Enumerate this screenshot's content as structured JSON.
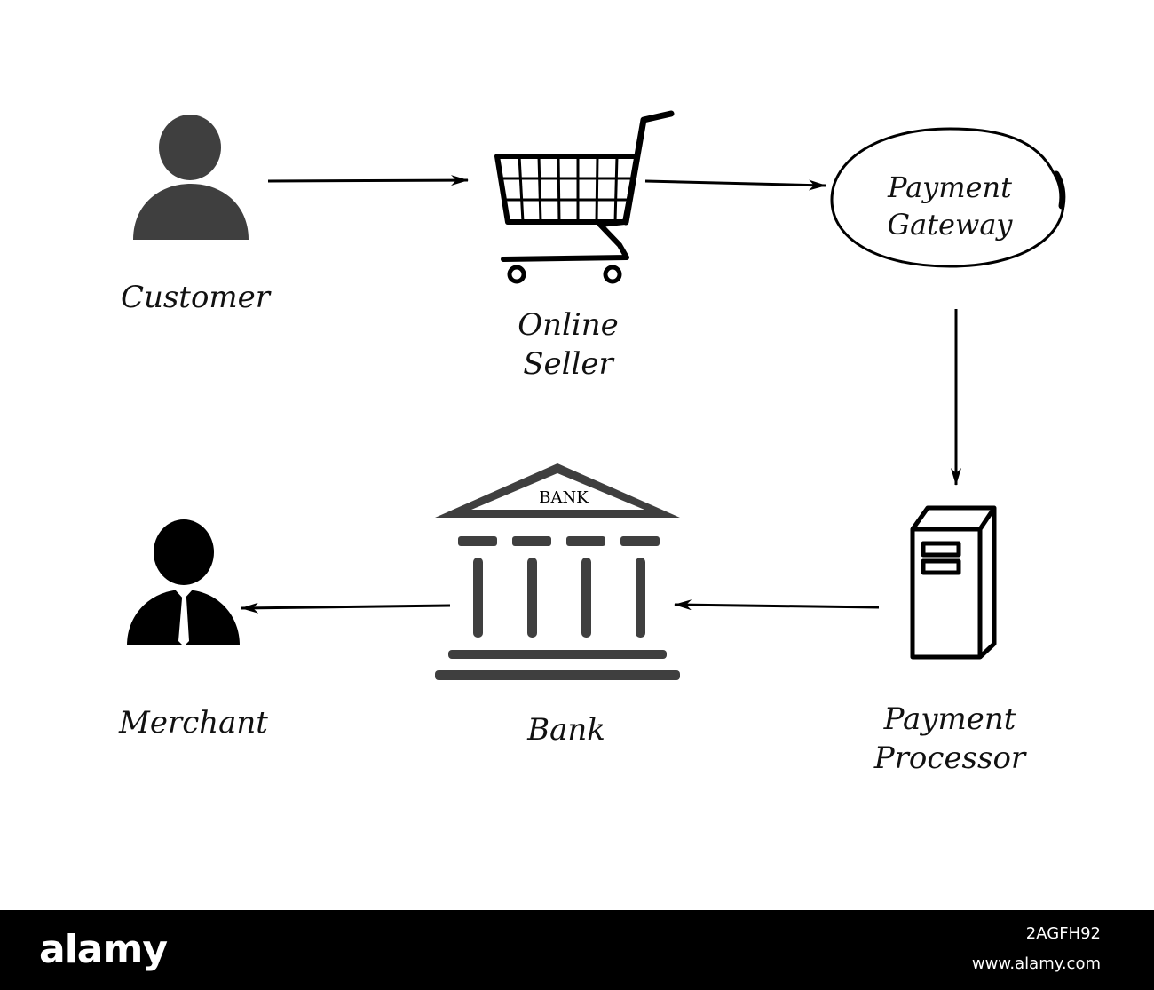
{
  "nodes": {
    "customer": "Customer",
    "online_seller_line1": "Online",
    "online_seller_line2": "Seller",
    "payment_gateway_line1": "Payment",
    "payment_gateway_line2": "Gateway",
    "payment_processor_line1": "Payment",
    "payment_processor_line2": "Processor",
    "bank": "Bank",
    "bank_building_sign": "BANK",
    "merchant": "Merchant"
  },
  "icons": {
    "customer": "person-icon",
    "online_seller": "shopping-cart-icon",
    "payment_gateway": "ellipse-outline",
    "payment_processor": "server-icon",
    "bank": "bank-building-icon",
    "merchant": "businessman-icon"
  },
  "flow": [
    {
      "from": "Customer",
      "to": "Online Seller"
    },
    {
      "from": "Online Seller",
      "to": "Payment Gateway"
    },
    {
      "from": "Payment Gateway",
      "to": "Payment Processor"
    },
    {
      "from": "Payment Processor",
      "to": "Bank"
    },
    {
      "from": "Bank",
      "to": "Merchant"
    }
  ],
  "footer": {
    "logo": "alamy",
    "image_id": "2AGFH92",
    "site": "www.alamy.com"
  },
  "colors": {
    "background": "#ffffff",
    "icon_dark": "#3f3f3f",
    "icon_black": "#000000",
    "footer_bg": "#000000",
    "footer_text": "#ffffff"
  }
}
